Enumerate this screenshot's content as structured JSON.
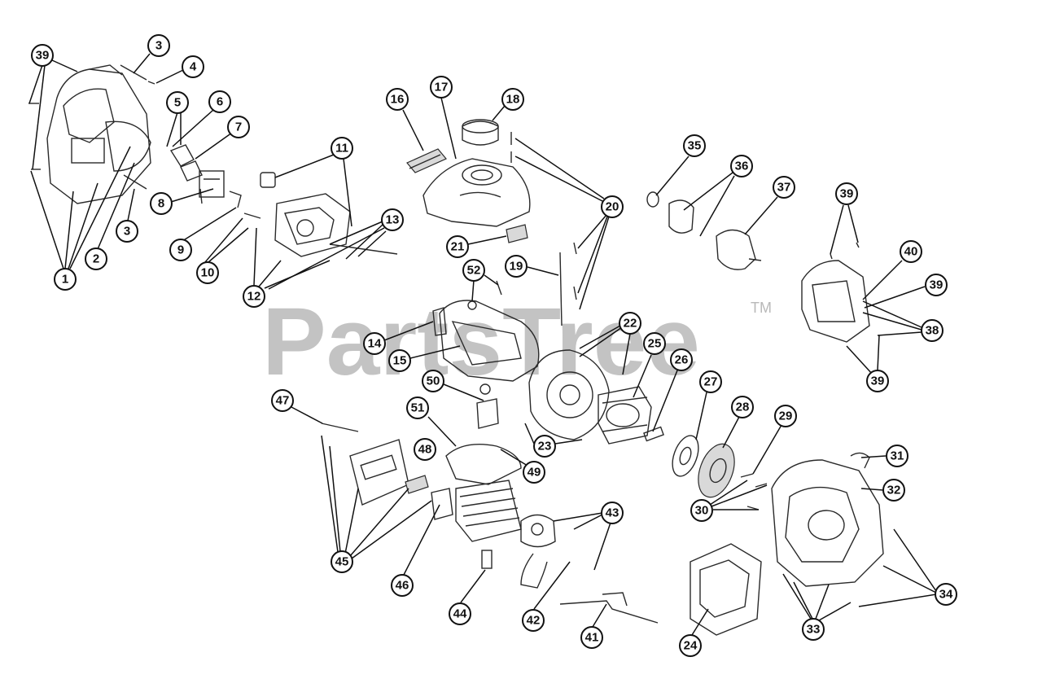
{
  "watermark": {
    "text": "PartsTree",
    "trademark": "TM"
  },
  "callouts": [
    {
      "label": "39"
    },
    {
      "label": "3"
    },
    {
      "label": "4"
    },
    {
      "label": "5"
    },
    {
      "label": "6"
    },
    {
      "label": "7"
    },
    {
      "label": "1"
    },
    {
      "label": "2"
    },
    {
      "label": "3"
    },
    {
      "label": "8"
    },
    {
      "label": "9"
    },
    {
      "label": "10"
    },
    {
      "label": "11"
    },
    {
      "label": "12"
    },
    {
      "label": "13"
    },
    {
      "label": "16"
    },
    {
      "label": "17"
    },
    {
      "label": "18"
    },
    {
      "label": "20"
    },
    {
      "label": "21"
    },
    {
      "label": "19"
    },
    {
      "label": "52"
    },
    {
      "label": "14"
    },
    {
      "label": "15"
    },
    {
      "label": "22"
    },
    {
      "label": "25"
    },
    {
      "label": "26"
    },
    {
      "label": "27"
    },
    {
      "label": "23"
    },
    {
      "label": "35"
    },
    {
      "label": "36"
    },
    {
      "label": "37"
    },
    {
      "label": "39"
    },
    {
      "label": "40"
    },
    {
      "label": "39"
    },
    {
      "label": "38"
    },
    {
      "label": "39"
    },
    {
      "label": "50"
    },
    {
      "label": "47"
    },
    {
      "label": "51"
    },
    {
      "label": "48"
    },
    {
      "label": "49"
    },
    {
      "label": "45"
    },
    {
      "label": "46"
    },
    {
      "label": "43"
    },
    {
      "label": "44"
    },
    {
      "label": "42"
    },
    {
      "label": "41"
    },
    {
      "label": "28"
    },
    {
      "label": "29"
    },
    {
      "label": "30"
    },
    {
      "label": "31"
    },
    {
      "label": "32"
    },
    {
      "label": "34"
    },
    {
      "label": "33"
    },
    {
      "label": "24"
    }
  ]
}
